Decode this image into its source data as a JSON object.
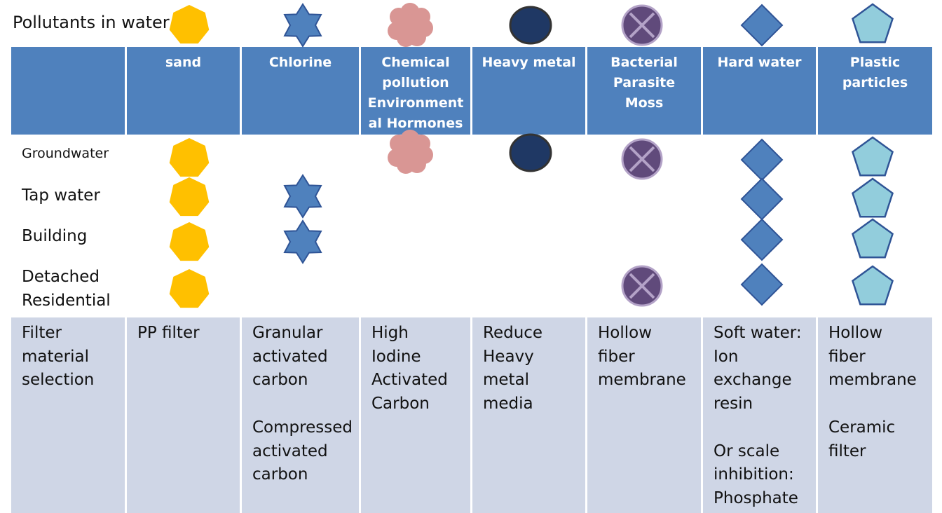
{
  "legend": {
    "title": "Pollutants in water",
    "icons": [
      {
        "pollutant": "sand",
        "icon": "heptagon-icon",
        "color": "#ffc000"
      },
      {
        "pollutant": "Chlorine",
        "icon": "star-icon",
        "color": "#4f81bd"
      },
      {
        "pollutant": "Chemical pollution Environmental Hormones",
        "icon": "cloud-icon",
        "color": "#d99694"
      },
      {
        "pollutant": "Heavy metal",
        "icon": "dark-circle-icon",
        "color": "#1f3864"
      },
      {
        "pollutant": "Bacterial Parasite Moss",
        "icon": "crossed-circle-icon",
        "color": "#604a7b"
      },
      {
        "pollutant": "Hard water",
        "icon": "diamond-icon",
        "color": "#4f81bd"
      },
      {
        "pollutant": "Plastic particles",
        "icon": "pentagon-icon",
        "color": "#92cddc"
      }
    ]
  },
  "header": {
    "columns": [
      "",
      "sand",
      "Chlorine",
      "Chemical\npollution\nEnvironment\nal Hormones",
      "Heavy metal",
      "Bacterial\nParasite\nMoss",
      "Hard water",
      "Plastic\nparticles"
    ],
    "fill_color": "#4f81bd"
  },
  "rows": [
    {
      "label": "Groundwater",
      "presence": [
        true,
        false,
        true,
        true,
        true,
        true,
        true
      ]
    },
    {
      "label": "Tap water",
      "presence": [
        true,
        true,
        false,
        false,
        false,
        true,
        true
      ]
    },
    {
      "label": "Building",
      "presence": [
        true,
        true,
        false,
        false,
        false,
        true,
        true
      ]
    },
    {
      "label": "Detached\nResidential",
      "presence": [
        true,
        false,
        false,
        false,
        true,
        true,
        true
      ]
    }
  ],
  "filter_row": {
    "label": "Filter\nmaterial\nselection",
    "cells": [
      "PP filter",
      "Granular\nactivated\ncarbon\n\nCompressed\nactivated\ncarbon",
      "High\nIodine\nActivated\nCarbon",
      "Reduce\nHeavy\nmetal\nmedia",
      "Hollow\nfiber\nmembrane",
      "Soft water:\nIon\nexchange\nresin\n\nOr scale\ninhibition:\nPhosphate",
      "Hollow\nfiber\nmembrane\n\nCeramic\nfilter"
    ],
    "fill_color": "#cfd6e6"
  }
}
